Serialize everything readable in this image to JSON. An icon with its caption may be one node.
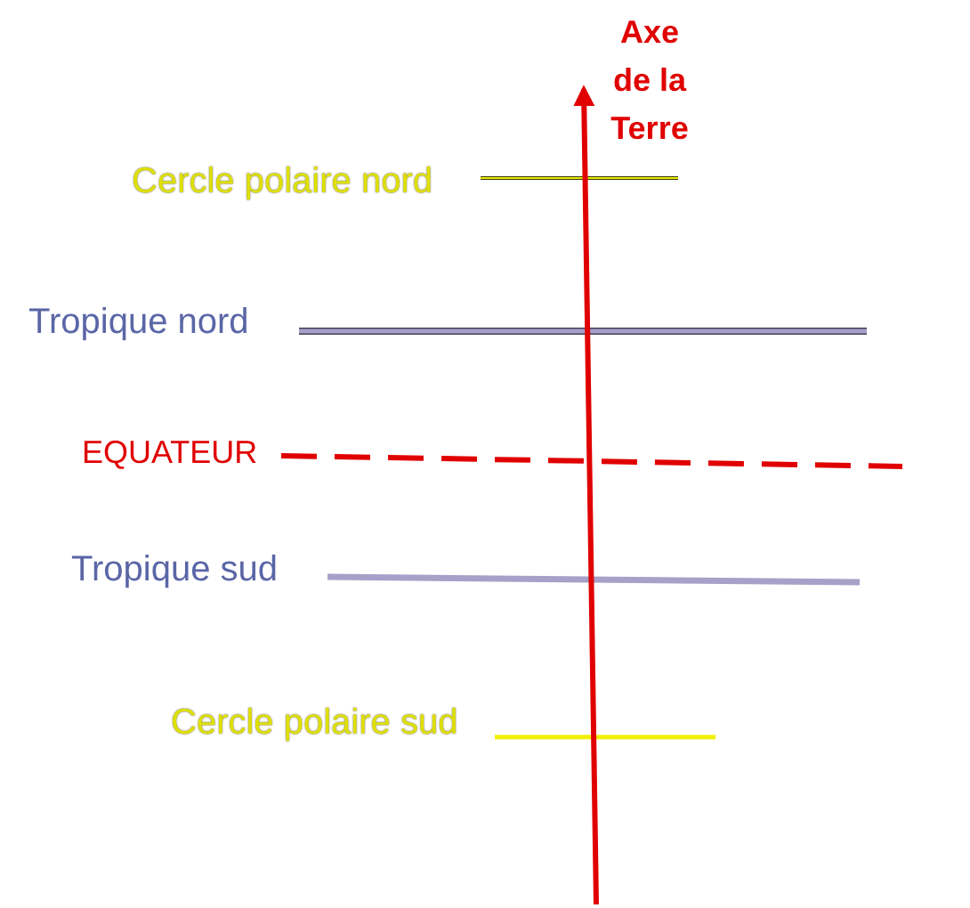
{
  "diagram": {
    "labels": [
      "Axe de la Terre",
      "Cercle polaire nord",
      "Tropique nord",
      "EQUATEUR",
      "Tropique sud",
      "Cercle polaire sud"
    ]
  }
}
